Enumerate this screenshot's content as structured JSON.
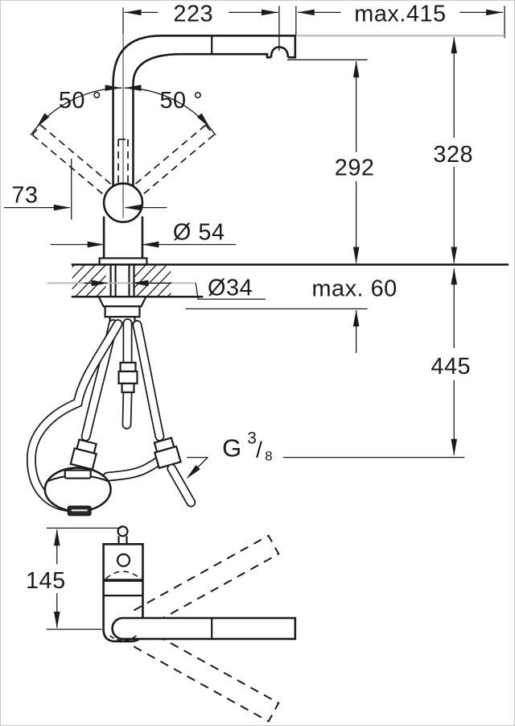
{
  "drawing": {
    "type": "faucet installation dimension drawing",
    "views": [
      "side-elevation",
      "bottom-plan"
    ],
    "line_color": "#1b1b1b",
    "reference_line_color": "#b5b5b5",
    "labels": {
      "spout_reach": "223",
      "pullout_extension": "max.415",
      "lever_swivel_left": "50 °",
      "lever_swivel_right": "50 °",
      "outlet_height": "292",
      "overall_height": "328",
      "lever_offset": "73",
      "body_diameter": "Ø 54",
      "hole_diameter": "Ø34",
      "max_counter_thickness": "max. 60",
      "hose_drop": "445",
      "base_height": "145",
      "thread": {
        "g": "G",
        "numerator": "3",
        "slash": "/",
        "denominator": "8"
      }
    }
  }
}
